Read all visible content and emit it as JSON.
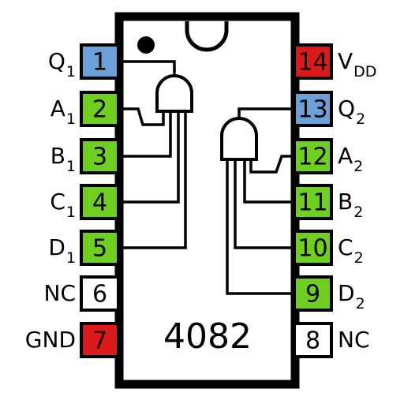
{
  "chip": {
    "part_number": "4082",
    "colors": {
      "output": "#6d9fd8",
      "input": "#6fcf21",
      "power": "#dd1a1a",
      "nc": "#ffffff",
      "outline": "#000000"
    }
  },
  "pins": [
    {
      "number": "1",
      "label": "Q",
      "sub": "1",
      "role": "output"
    },
    {
      "number": "2",
      "label": "A",
      "sub": "1",
      "role": "input"
    },
    {
      "number": "3",
      "label": "B",
      "sub": "1",
      "role": "input"
    },
    {
      "number": "4",
      "label": "C",
      "sub": "1",
      "role": "input"
    },
    {
      "number": "5",
      "label": "D",
      "sub": "1",
      "role": "input"
    },
    {
      "number": "6",
      "label": "NC",
      "sub": "",
      "role": "nc"
    },
    {
      "number": "7",
      "label": "GND",
      "sub": "",
      "role": "power"
    },
    {
      "number": "8",
      "label": "NC",
      "sub": "",
      "role": "nc"
    },
    {
      "number": "9",
      "label": "D",
      "sub": "2",
      "role": "input"
    },
    {
      "number": "10",
      "label": "C",
      "sub": "2",
      "role": "input"
    },
    {
      "number": "11",
      "label": "B",
      "sub": "2",
      "role": "input"
    },
    {
      "number": "12",
      "label": "A",
      "sub": "2",
      "role": "input"
    },
    {
      "number": "13",
      "label": "Q",
      "sub": "2",
      "role": "output"
    },
    {
      "number": "14",
      "label": "V",
      "sub": "DD",
      "role": "power"
    }
  ]
}
